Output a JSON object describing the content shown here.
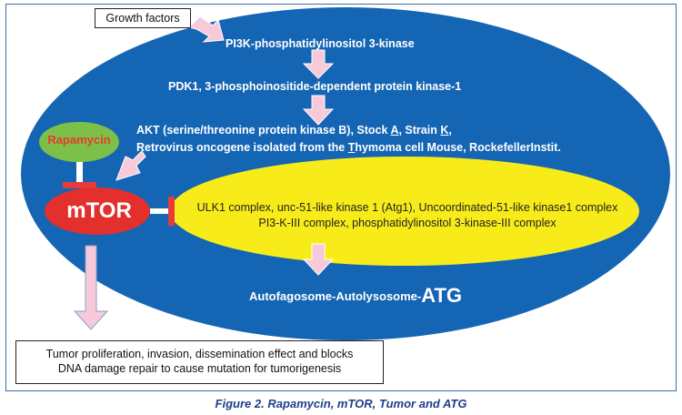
{
  "figure": {
    "caption": "Figure 2. Rapamycin, mTOR, Tumor and ATG"
  },
  "nodes": {
    "growth_factors": "Growth factors",
    "pi3k": "PI3K-phosphatidylinositol 3-kinase",
    "pdk1": "PDK1, 3-phosphoinositide-dependent protein kinase-1",
    "akt_prefix": "AKT (serine/threonine protein kinase B), Stock ",
    "akt_a": "A",
    "akt_mid": ", Strain ",
    "akt_k": "K",
    "akt_end": ",",
    "akt2_prefix": "Retrovirus oncogene isolated from the ",
    "akt2_t": "T",
    "akt2_rest": "hymoma cell Mouse, RockefellerInstit.",
    "rapamycin": "Rapamycin",
    "mtor": "mTOR",
    "ulk1": "ULK1 complex, unc-51-like kinase 1 (Atg1), Uncoordinated-51-like kinase1 complex",
    "pi3k3": "PI3-K-III complex, phosphatidylinositol 3-kinase-III complex",
    "atg_prefix": "Autofagosome-Autolysosome-",
    "atg_big": "ATG",
    "tumor_line1": "Tumor proliferation, invasion, dissemination effect and blocks",
    "tumor_line2": "DNA damage repair to cause mutation for tumorigenesis"
  },
  "colors": {
    "cell_blue": "#1565b5",
    "yellow": "#f7ec1a",
    "rapamycin_green": "#7cc04a",
    "mtor_red": "#e3302c",
    "inhibit_red": "#e53b3b",
    "arrow_fill": "#f7c9d9",
    "caption_blue": "#1f3f8a"
  }
}
